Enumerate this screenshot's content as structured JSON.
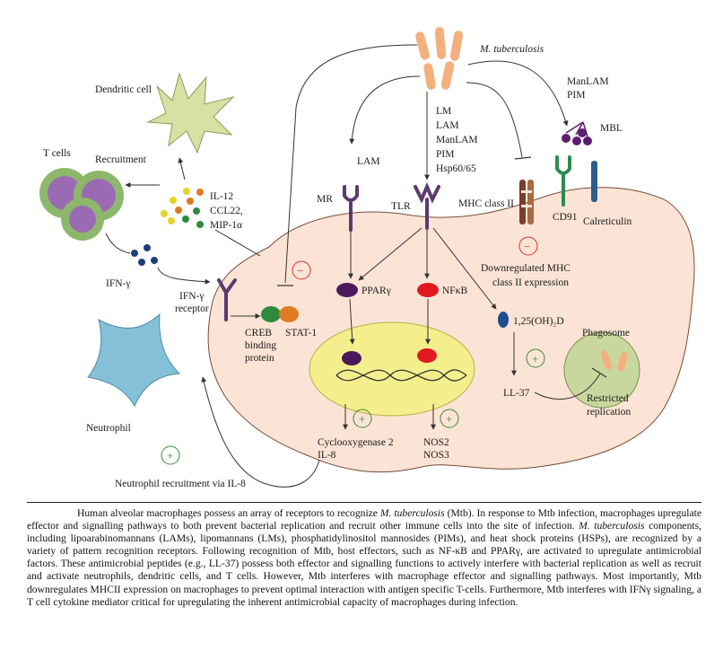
{
  "labels": {
    "mtb": "M. tuberculosis",
    "dendritic_cell": "Dendritic cell",
    "t_cells": "T cells",
    "recruitment": "Recruitment",
    "il12": "IL-12",
    "ccl22": "CCL22,",
    "mip1a": "MIP-1α",
    "ifng": "IFN-γ",
    "ifng_receptor_1": "IFN-γ",
    "ifng_receptor_2": "receptor",
    "neutrophil": "Neutrophil",
    "neutrophil_recruitment": "Neutrophil recruitment via IL-8",
    "creb_1": "CREB",
    "creb_2": "binding",
    "creb_3": "protein",
    "stat1": "STAT-1",
    "mr": "MR",
    "lam": "LAM",
    "tlr": "TLR",
    "tlr_ligands": [
      "LM",
      "LAM",
      "ManLAM",
      "PIM",
      "Hsp60/65"
    ],
    "mhc_class_ii": "MHC class II",
    "manlam": "ManLAM",
    "pim": "PIM",
    "mbl": "MBL",
    "cd91": "CD91",
    "calreticulin": "Calreticulin",
    "downreg_1": "Downregulated MHC",
    "downreg_2": "class II expression",
    "pparg": "PPARγ",
    "nfkb": "NFκB",
    "vitd": "1,25(OH)₂D",
    "ll37": "LL-37",
    "phagosome": "Phagosome",
    "restricted_1": "Restricted",
    "restricted_2": "replication",
    "cox2": "Cyclooxygenase 2",
    "il8": "IL-8",
    "nos2": "NOS2",
    "nos3": "NOS3",
    "plus": "+",
    "minus": "−"
  },
  "colors": {
    "macrophage_fill": "#fbe4d5",
    "macrophage_stroke": "#7a4a3a",
    "nucleus_fill": "#f4ef8c",
    "bacillus": "#f3b07e",
    "receptor_purple": "#5e3a6e",
    "pparg_node": "#4b1a5c",
    "nfkb_node": "#e2191f",
    "vitd_node": "#1f4e8c",
    "phagosome_fill": "#c8d79e",
    "tcell_outer": "#8db86b",
    "tcell_inner": "#9a6bb3",
    "dendritic_fill": "#d6e2a4",
    "neutrophil_fill": "#84c1d8",
    "creb_green": "#2e8b3e",
    "stat_orange": "#e07a24",
    "cd91_green": "#2e8b4e",
    "calreticulin_blue": "#2b5e8c",
    "mbl_purple": "#5b1e6e",
    "plus_green": "#3a8a3a",
    "minus_red": "#d9312a"
  },
  "caption": {
    "part1": "Human alveolar macrophages possess an array of receptors to recognize ",
    "species1": "M. tuberculosis",
    "part2": " (Mtb). In response to Mtb infection, macrophages upregulate effector and signalling pathways to both prevent bacterial replication and recruit other immune cells into the site of infection. ",
    "species2": "M. tuberculosis",
    "part3": " components, including lipoarabinomannans (LAMs), lipomannans (LMs), phosphatidylinositol mannosides (PIMs), and heat shock proteins (HSPs), are recognized by a variety of pattern recognition receptors. Following recognition of Mtb, host effectors, such as NF-κB and PPARγ, are activated to upregulate antimicrobial factors. These antimicrobial peptides (e.g., LL-37) possess both effector and signalling functions to actively interfere with bacterial replication as well as recruit and activate neutrophils, dendritic cells, and T cells. However, Mtb interferes with macrophage effector and signalling pathways. Most importantly, Mtb downregulates MHCII expression on macrophages to prevent optimal interaction with antigen specific T-cells. Furthermore, Mtb interferes with IFNγ signaling, a T cell cytokine mediator critical for upregulating the inherent antimicrobial capacity of macrophages during infection."
  }
}
